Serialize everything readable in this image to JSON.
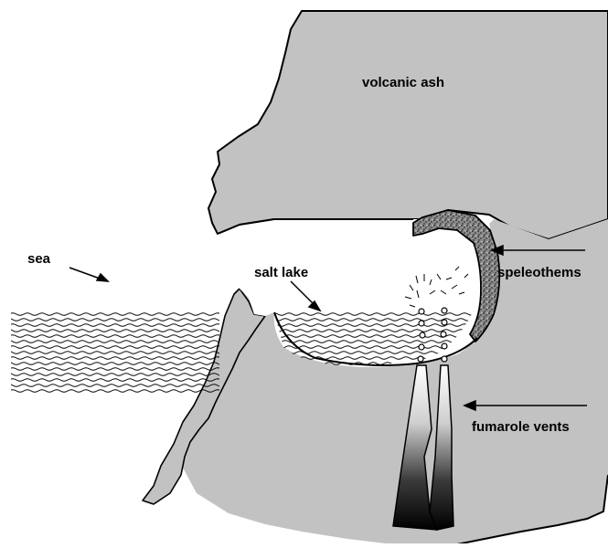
{
  "labels": {
    "volcanic_ash": "volcanic ash",
    "sea": "sea",
    "salt_lake": "salt lake",
    "speleothems": "speleothems",
    "fumarole_vents": "fumarole vents"
  },
  "colors": {
    "rock": "#c2c2c2",
    "outline": "#000000",
    "water_wave": "#000000",
    "speleothem_fill": "#555555",
    "vent_dark": "#000000",
    "vent_light": "#ffffff",
    "background": "#ffffff"
  }
}
